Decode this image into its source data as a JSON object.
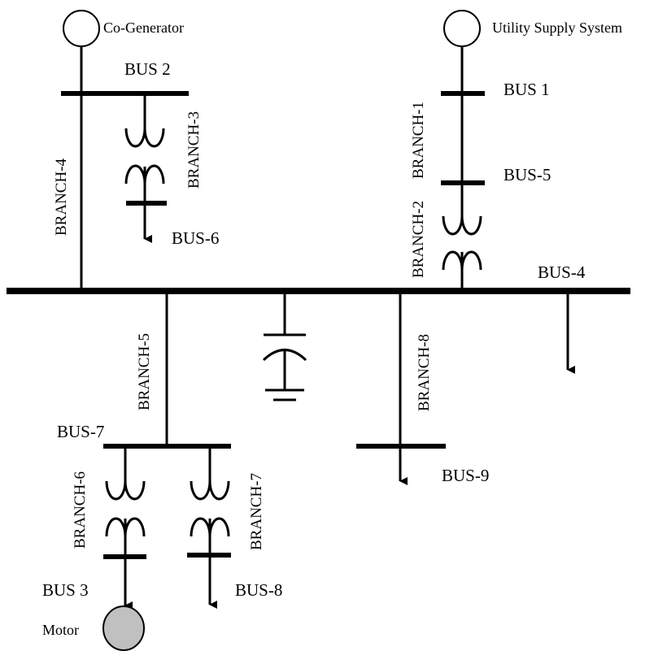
{
  "labels": {
    "co_generator": "Co-Generator",
    "utility_supply": "Utility Supply System",
    "motor": "Motor",
    "bus_2": "BUS 2",
    "bus_1": "BUS 1",
    "bus_5": "BUS-5",
    "bus_6": "BUS-6",
    "bus_4": "BUS-4",
    "bus_7": "BUS-7",
    "bus_9": "BUS-9",
    "bus_3": "BUS 3",
    "bus_8": "BUS-8",
    "branch_1": "BRANCH-1",
    "branch_2": "BRANCH-2",
    "branch_3": "BRANCH-3",
    "branch_4": "BRANCH-4",
    "branch_5": "BRANCH-5",
    "branch_6": "BRANCH-6",
    "branch_7": "BRANCH-7",
    "branch_8": "BRANCH-8"
  },
  "colors": {
    "line": "#000000",
    "motor_fill": "#c0c0c0",
    "background": "#ffffff"
  }
}
